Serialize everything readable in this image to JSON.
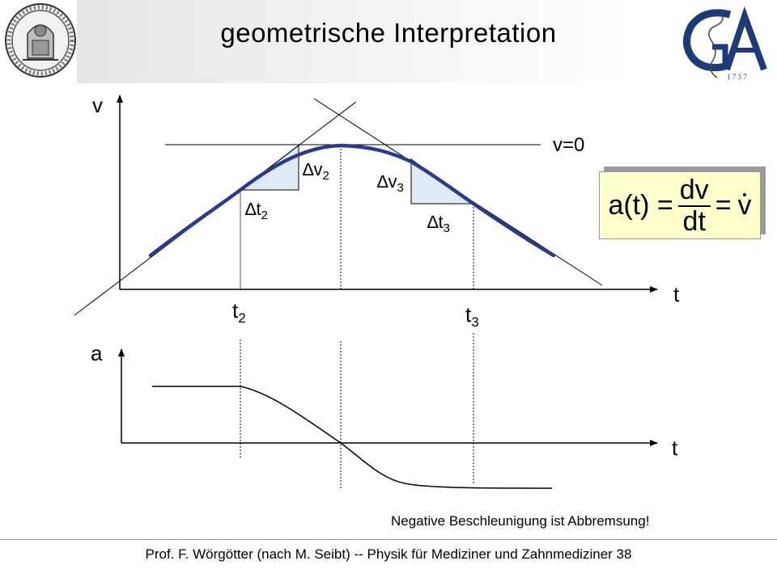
{
  "slide": {
    "title": "geometrische Interpretation",
    "footer": "Prof. F. Wörgötter (nach M. Seibt) -- Physik für Mediziner und Zahnmediziner   38",
    "note": "Negative Beschleunigung  ist Abbremsung!"
  },
  "diagram": {
    "v_axis_label": "v",
    "t_axis_label_top": "t",
    "a_axis_label": "a",
    "t_axis_label_bottom": "t",
    "v0_label": "v=0",
    "dv2_label": "∆v",
    "dv2_sub": "2",
    "dt2_label": "∆t",
    "dt2_sub": "2",
    "dv3_label": "∆v",
    "dv3_sub": "3",
    "dt3_label": "∆t",
    "dt3_sub": "3",
    "t2_label": "t",
    "t2_sub": "2",
    "t3_label": "t",
    "t3_sub": "3"
  },
  "formula": {
    "lhs": "a(t) =",
    "numerator": "dv",
    "denominator": "dt",
    "eq": "=",
    "rhs": "v"
  },
  "colors": {
    "curve": "#2b3a8f",
    "triangle_fill": "#dfeaf7",
    "formula_bg": "#ffffcc"
  }
}
